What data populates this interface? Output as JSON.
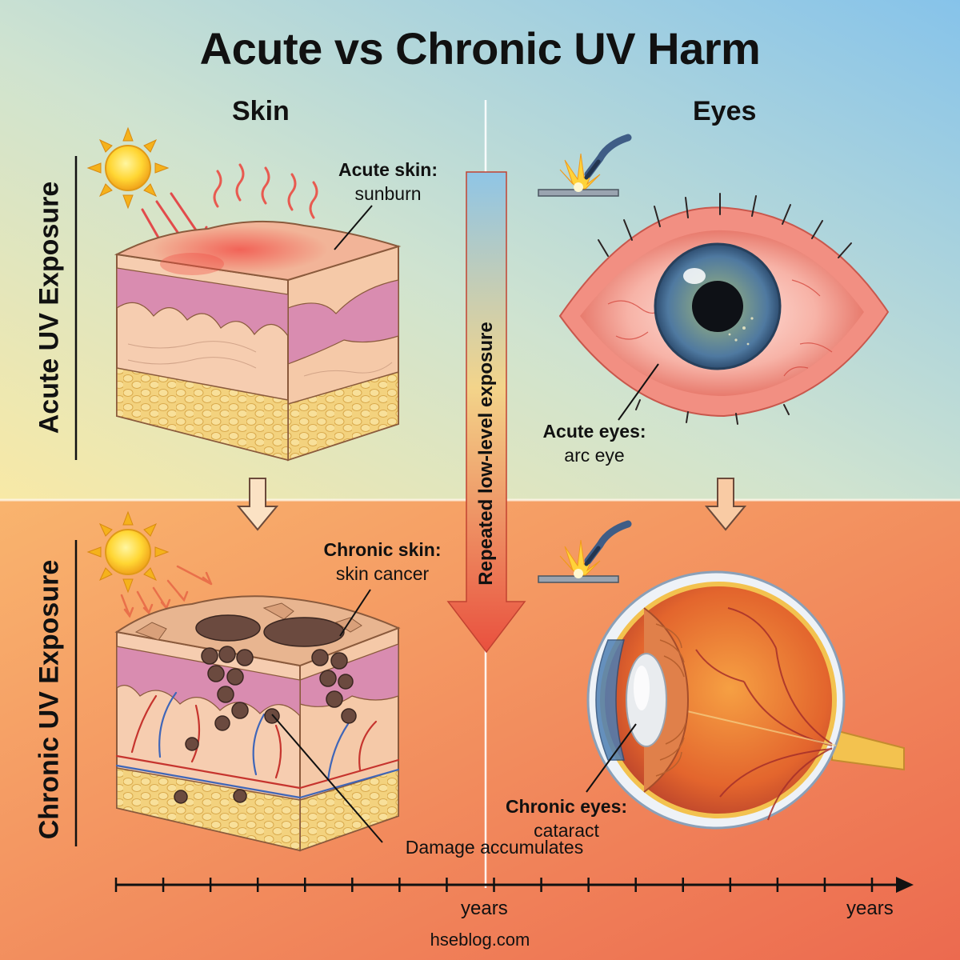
{
  "title": "Acute vs Chronic UV Harm",
  "columns": {
    "skin": "Skin",
    "eyes": "Eyes"
  },
  "rows": {
    "acute": "Acute UV Exposure",
    "chronic": "Chronic UV Exposure"
  },
  "labels": {
    "acute_skin": {
      "heading": "Acute skin:",
      "text": "sunburn"
    },
    "chronic_skin": {
      "heading": "Chronic skin:",
      "text": "skin cancer"
    },
    "acute_eyes": {
      "heading": "Acute eyes:",
      "text": "arc eye"
    },
    "chronic_eyes": {
      "heading": "Chronic eyes:",
      "text": "cataract"
    },
    "damage": "Damage accumulates"
  },
  "center_arrow": "Repeated low-level exposure",
  "timeline": {
    "mid_label": "years",
    "end_label": "years",
    "tick_count": 17
  },
  "footer": "hseblog.com",
  "colors": {
    "top_bg_left": "#f7ecaa",
    "top_bg_right": "#8cc6e8",
    "bottom_bg": "#f08a5a",
    "accent_red": "#e8473a"
  },
  "icons": [
    "sun-icon",
    "welding-torch-icon",
    "red-eye-icon",
    "eye-cross-section-icon",
    "skin-block-icon",
    "down-arrow-icon"
  ]
}
